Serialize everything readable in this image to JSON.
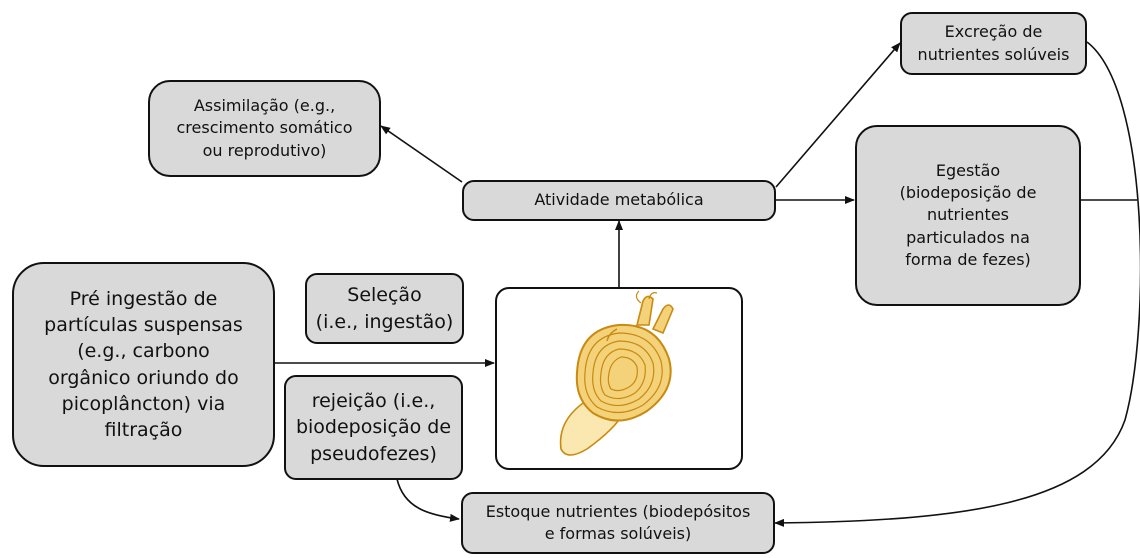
{
  "boxes": {
    "pre_ingestion": "Pré ingestão de\npartículas suspensas\n(e.g., carbono\norgânico oriundo do\npicoplâncton) via\nfiltração",
    "selection": "Seleção\n(i.e., ingestão)",
    "rejection": "rejeição (i.e.,\nbiodeposição de\npseudofezes)",
    "metabolic_activity": "Atividade metabólica",
    "assimilation": "Assimilação (e.g.,\ncrescimento somático\nou reprodutivo)",
    "excretion": "Excreção de\nnutrientes solúveis",
    "egestion": "Egestão\n(biodeposição de\nnutrientes\nparticulados na\nforma de fezes)",
    "nutrient_stock": "Estoque nutrientes (biodepósitos\ne formas solúveis)"
  },
  "colors": {
    "box_fill": "#d9d9d9",
    "stroke": "#111111",
    "clam_outline": "#c98a10",
    "clam_fill": "#f3d27a"
  },
  "icons": {
    "organism": "clam-icon"
  }
}
